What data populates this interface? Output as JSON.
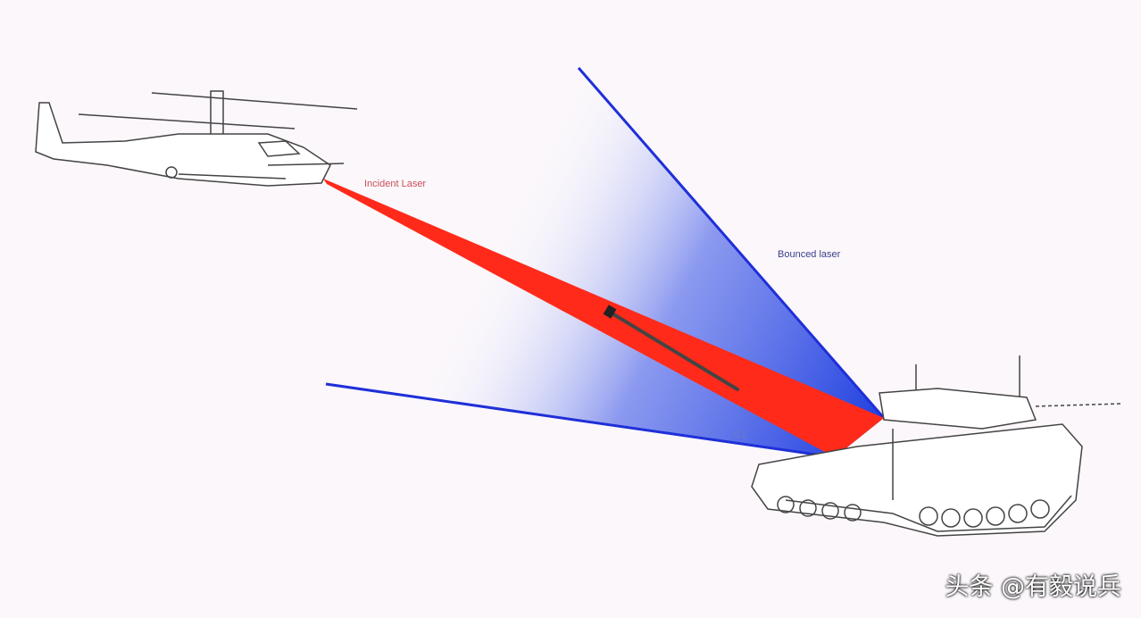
{
  "labels": {
    "incident": "Incident Laser",
    "bounced": "Bounced laser",
    "d1": "d1"
  },
  "watermark": "头条 @有毅说兵",
  "colors": {
    "incident_beam": "#ff2a1a",
    "bounced_beam": "#1f3fe0",
    "background": "#fbf7fb"
  }
}
